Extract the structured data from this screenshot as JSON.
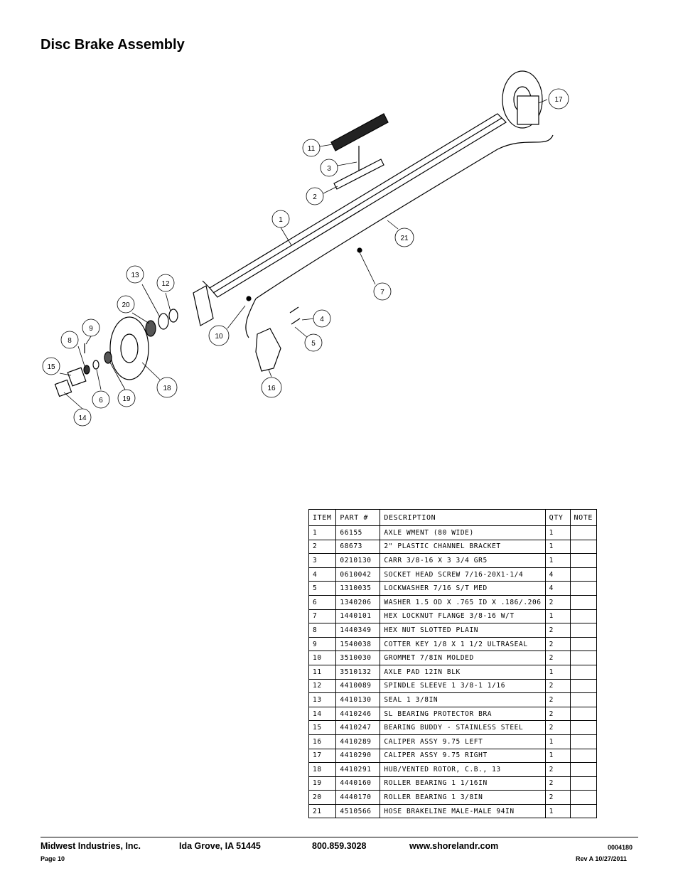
{
  "page_title": "Disc Brake Assembly",
  "callouts": [
    "1",
    "2",
    "3",
    "4",
    "5",
    "6",
    "7",
    "8",
    "9",
    "10",
    "11",
    "12",
    "13",
    "14",
    "15",
    "16",
    "17",
    "18",
    "19",
    "20",
    "21"
  ],
  "table": {
    "headers": [
      "ITEM",
      "PART #",
      "DESCRIPTION",
      "QTY",
      "NOTE"
    ],
    "rows": [
      [
        "1",
        "66155",
        "AXLE WMENT (80 WIDE)",
        "1",
        ""
      ],
      [
        "2",
        "68673",
        "2\" PLASTIC CHANNEL BRACKET",
        "1",
        ""
      ],
      [
        "3",
        "0210130",
        "CARR 3/8-16 X 3 3/4 GR5",
        "1",
        ""
      ],
      [
        "4",
        "0610042",
        "SOCKET HEAD SCREW 7/16-20X1-1/4",
        "4",
        ""
      ],
      [
        "5",
        "1310035",
        "LOCKWASHER 7/16 S/T MED",
        "4",
        ""
      ],
      [
        "6",
        "1340206",
        "WASHER 1.5 OD X .765 ID X .186/.206",
        "2",
        ""
      ],
      [
        "7",
        "1440101",
        "HEX LOCKNUT FLANGE 3/8-16 W/T",
        "1",
        ""
      ],
      [
        "8",
        "1440349",
        "HEX NUT SLOTTED PLAIN",
        "2",
        ""
      ],
      [
        "9",
        "1540038",
        "COTTER KEY 1/8 X 1 1/2 ULTRASEAL",
        "2",
        ""
      ],
      [
        "10",
        "3510030",
        "GROMMET  7/8IN MOLDED",
        "2",
        ""
      ],
      [
        "11",
        "3510132",
        "AXLE PAD 12IN  BLK",
        "1",
        ""
      ],
      [
        "12",
        "4410089",
        "SPINDLE SLEEVE  1 3/8-1 1/16",
        "2",
        ""
      ],
      [
        "13",
        "4410130",
        "SEAL  1 3/8IN",
        "2",
        ""
      ],
      [
        "14",
        "4410246",
        "SL BEARING PROTECTOR BRA",
        "2",
        ""
      ],
      [
        "15",
        "4410247",
        "BEARING BUDDY - STAINLESS STEEL",
        "2",
        ""
      ],
      [
        "16",
        "4410289",
        "CALIPER ASSY 9.75 LEFT",
        "1",
        ""
      ],
      [
        "17",
        "4410290",
        "CALIPER ASSY 9.75 RIGHT",
        "1",
        ""
      ],
      [
        "18",
        "4410291",
        "HUB/VENTED ROTOR, C.B.,  13",
        "2",
        ""
      ],
      [
        "19",
        "4440160",
        "ROLLER BEARING   1 1/16IN",
        "2",
        ""
      ],
      [
        "20",
        "4440170",
        "ROLLER BEARING   1 3/8IN",
        "2",
        ""
      ],
      [
        "21",
        "4510566",
        "HOSE BRAKELINE MALE-MALE 94IN",
        "1",
        ""
      ]
    ]
  },
  "footer": {
    "company": "Midwest Industries, Inc.",
    "city": "Ida Grove, IA  51445",
    "phone": "800.859.3028",
    "website": "www.shorelandr.com",
    "doc_number": "0004180",
    "page": "Page 10",
    "revision": "Rev A 10/27/2011"
  }
}
